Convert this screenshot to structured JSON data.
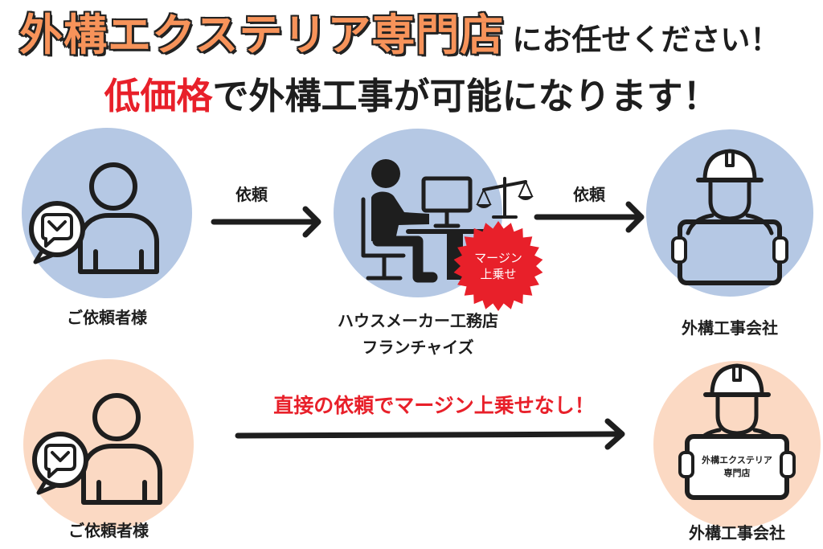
{
  "title": {
    "line1": {
      "highlight": "外構エクステリア専門店",
      "rest": "にお任せください！"
    },
    "line2": {
      "highlight": "低価格",
      "rest": "で外構工事が可能になります！"
    }
  },
  "flow_via_middleman": {
    "client": {
      "label": "ご依頼者様",
      "icon": "client-with-chat-icon"
    },
    "arrow_to_middleman": {
      "label": "依頼",
      "icon": "arrow-right-icon"
    },
    "middleman": {
      "label_lines": [
        "ハウスメーカー工務店",
        "フランチャイズ"
      ],
      "icon": "office-worker-icon",
      "extra_icon": "scale-icon",
      "badge_lines": [
        "マージン",
        "上乗せ"
      ]
    },
    "arrow_to_contractor": {
      "label": "依頼",
      "icon": "arrow-right-icon"
    },
    "contractor": {
      "label": "外構工事会社",
      "icon": "construction-worker-icon"
    }
  },
  "flow_direct": {
    "client": {
      "label": "ご依頼者様",
      "icon": "client-with-chat-icon"
    },
    "arrow": {
      "label": "直接の依頼でマージン上乗せなし！",
      "icon": "arrow-right-icon"
    },
    "contractor": {
      "label": "外構工事会社",
      "icon": "construction-worker-icon",
      "sign_lines": [
        "外構エクステリア",
        "専門店"
      ]
    }
  },
  "colors": {
    "orange_highlight": "#f7935a",
    "red_highlight": "#e8202a",
    "circle_blue": "#b5c8e4",
    "circle_peach": "#fbd9c3",
    "badge_red": "#e8202a",
    "ink": "#1e1e1e"
  }
}
